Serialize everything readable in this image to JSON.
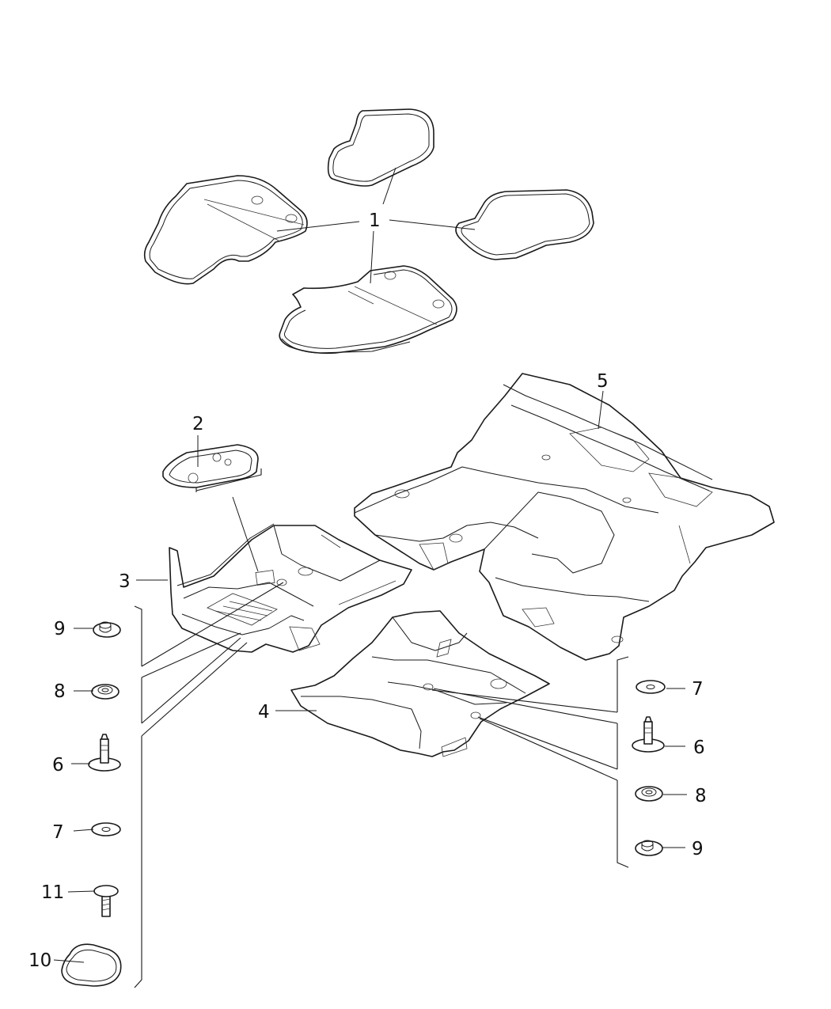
{
  "callouts": {
    "mats": "1",
    "small_mat": "2",
    "front_liner": "3",
    "rear_liner": "4",
    "carpet": "5",
    "stud_right": "6",
    "washer_right": "7",
    "nut_right": "8",
    "clip_right": "9",
    "stud_left": "6",
    "washer_left": "7",
    "nut_left": "8",
    "clip_left": "9",
    "plug": "10",
    "screw": "11"
  }
}
